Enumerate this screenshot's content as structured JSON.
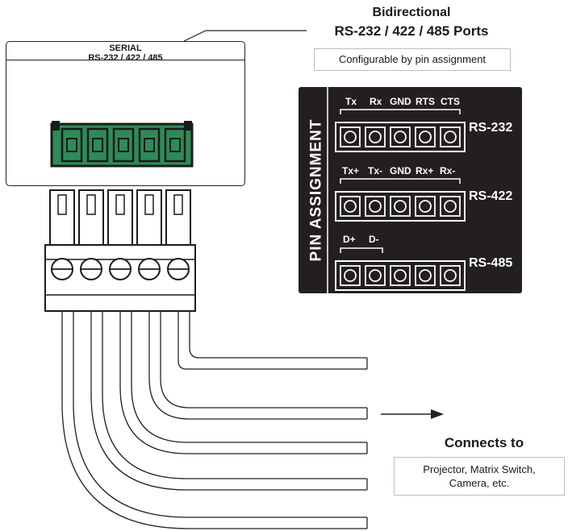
{
  "title": {
    "line1": "Bidirectional",
    "line2": "RS-232 / 422 / 485 Ports"
  },
  "config_note": "Configurable by pin assignment",
  "serial_panel": {
    "label_line1": "SERIAL",
    "label_line2": "RS-232 / 422 / 485"
  },
  "pin_assignment": {
    "heading": "PIN ASSIGNMENT",
    "rows": [
      {
        "protocol": "RS-232",
        "pins": [
          "Tx",
          "Rx",
          "GND",
          "RTS",
          "CTS"
        ]
      },
      {
        "protocol": "RS-422",
        "pins": [
          "Tx+",
          "Tx-",
          "GND",
          "Rx+",
          "Rx-"
        ]
      },
      {
        "protocol": "RS-485",
        "pins": [
          "D+",
          "D-"
        ]
      }
    ]
  },
  "connects_to": {
    "heading": "Connects to",
    "line1": "Projector, Matrix Switch,",
    "line2": "Camera, etc."
  },
  "icons": [
    "right-arrow-icon"
  ]
}
